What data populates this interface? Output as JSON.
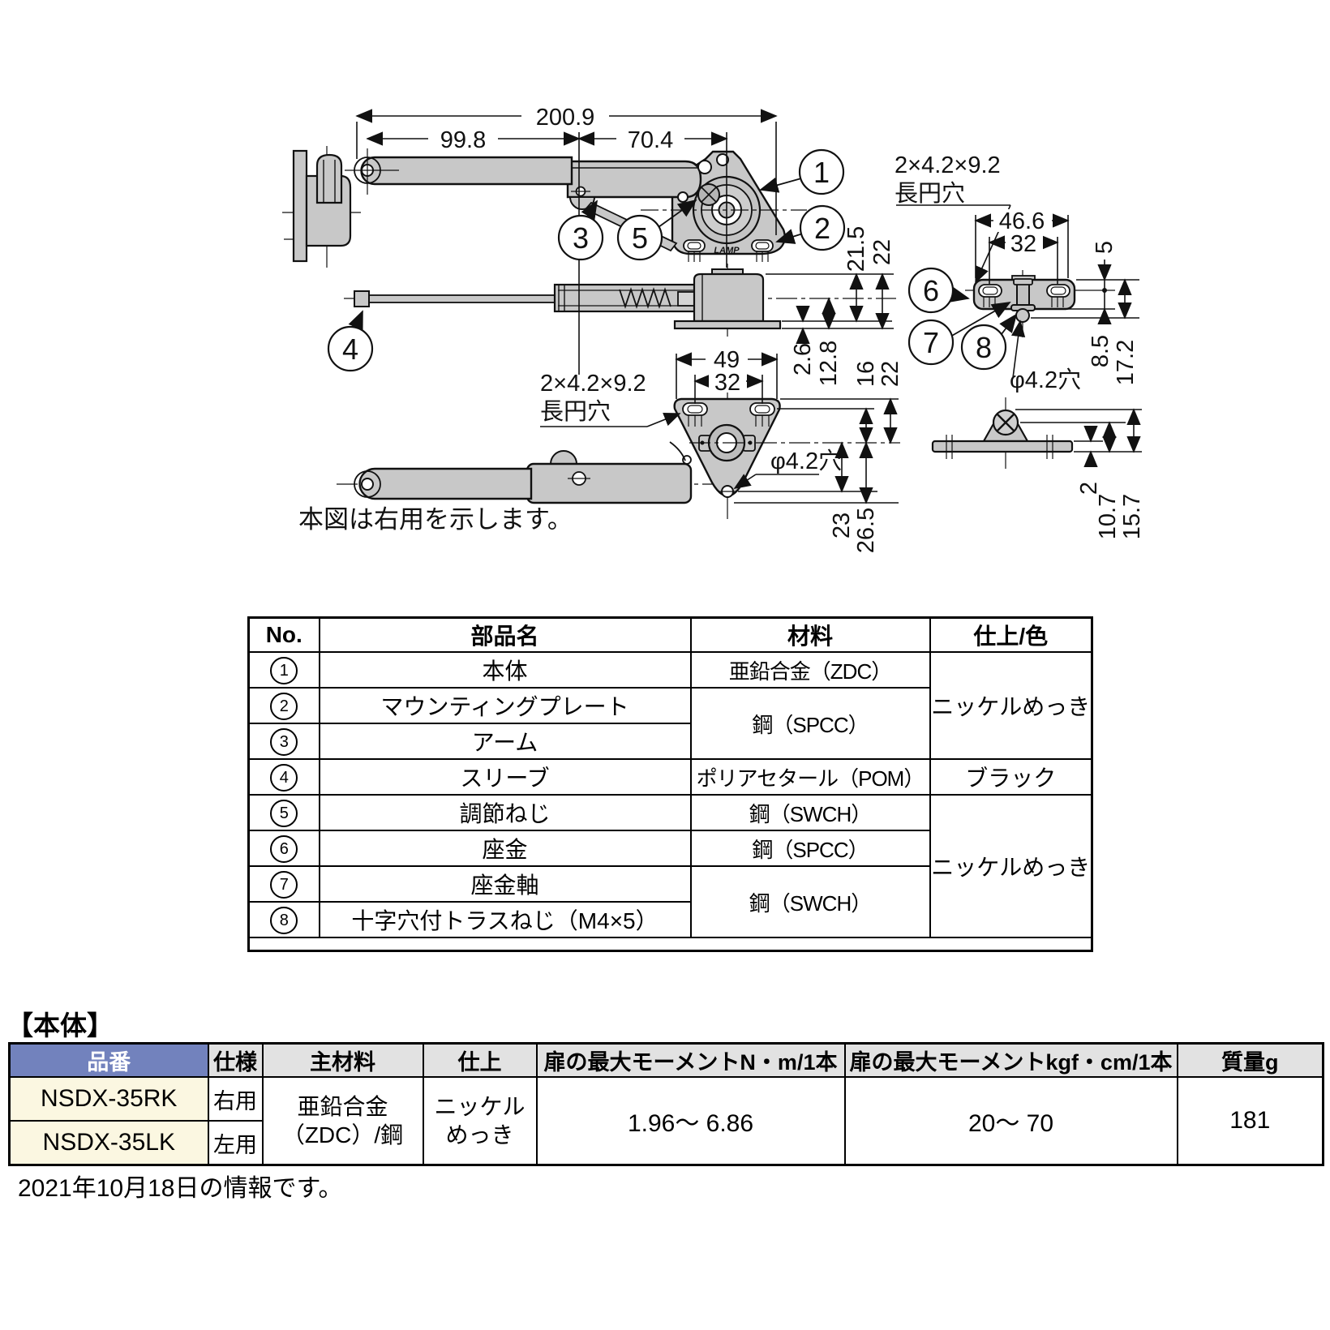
{
  "drawing": {
    "dims": {
      "total": "200.9",
      "arm": "99.8",
      "holder": "70.4",
      "h21_5": "21.5",
      "h22": "22",
      "t2_6": "2.6",
      "t12_8": "12.8",
      "v16": "16",
      "v22": "22",
      "v23": "23",
      "v26_5": "26.5",
      "w49": "49",
      "w32": "32",
      "r46_6": "46.6",
      "r32": "32",
      "r5": "5",
      "r8_5": "8.5",
      "r17_2": "17.2",
      "s2": "2",
      "s10_7": "10.7",
      "s15_7": "15.7"
    },
    "labels": {
      "oblong_spec": "2×4.2×9.2",
      "oblong_name": "長円穴",
      "hole": "φ4.2穴",
      "note": "本図は右用を示します。",
      "brand": "LAMP"
    },
    "callouts": [
      "1",
      "2",
      "3",
      "4",
      "5",
      "6",
      "7",
      "8"
    ]
  },
  "parts_table": {
    "headers": [
      "No.",
      "部品名",
      "材料",
      "仕上/色"
    ],
    "rows": [
      {
        "no": "1",
        "name": "本体",
        "material": "亜鉛合金（ZDC）",
        "finish": "ニッケルめっき"
      },
      {
        "no": "2",
        "name": "マウンティングプレート",
        "material": "鋼（SPCC）"
      },
      {
        "no": "3",
        "name": "アーム"
      },
      {
        "no": "4",
        "name": "スリーブ",
        "material": "ポリアセタール（POM）",
        "finish": "ブラック"
      },
      {
        "no": "5",
        "name": "調節ねじ",
        "material": "鋼（SWCH）",
        "finish": "ニッケルめっき"
      },
      {
        "no": "6",
        "name": "座金",
        "material": "鋼（SPCC）"
      },
      {
        "no": "7",
        "name": "座金軸",
        "material": "鋼（SWCH）"
      },
      {
        "no": "8",
        "name": "十字穴付トラスねじ（M4×5）"
      }
    ]
  },
  "spec_section": {
    "title": "【本体】",
    "headers": [
      "品番",
      "仕様",
      "主材料",
      "仕上",
      "扉の最大モーメントN・m/1本",
      "扉の最大モーメントkgf・cm/1本",
      "質量g"
    ],
    "rows": [
      {
        "model": "NSDX-35RK",
        "side": "右用"
      },
      {
        "model": "NSDX-35LK",
        "side": "左用"
      }
    ],
    "shared": {
      "material": "亜鉛合金\n（ZDC）/鋼",
      "finish": "ニッケル\nめっき",
      "moment_nm": "1.96～ 6.86",
      "moment_kgf": "20～ 70",
      "mass": "181"
    }
  },
  "footer_note": "2021年10月18日の情報です。"
}
